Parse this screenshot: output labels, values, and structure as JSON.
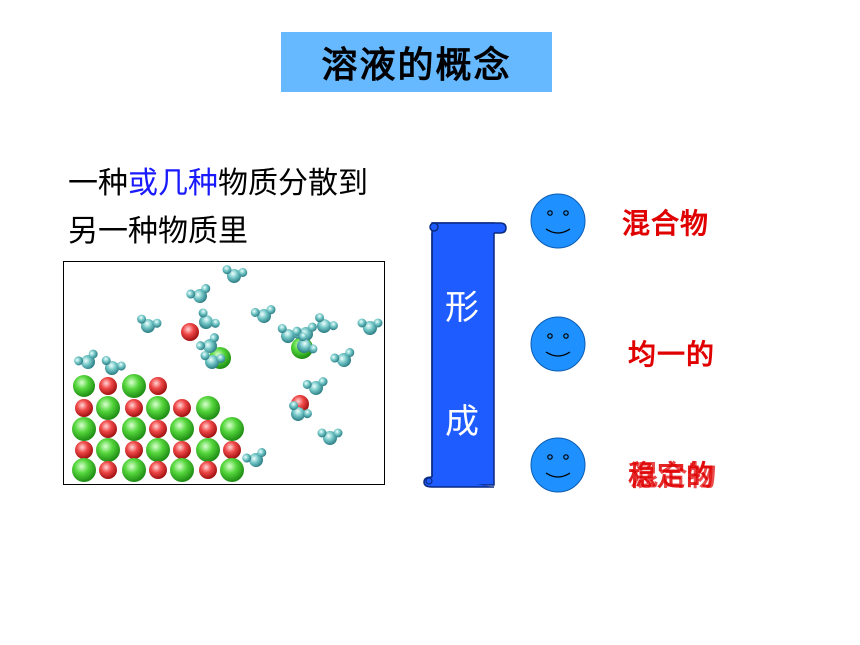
{
  "title": "溶液的概念",
  "definition": {
    "line1_a": "一种",
    "line1_b": "或几种",
    "line1_c": "物质分散到",
    "line2": "另一种物质里"
  },
  "scroll": {
    "char1": "形",
    "char2": "成"
  },
  "labels": {
    "l1": "混合物",
    "l2": "均一的",
    "l3": "稳定的",
    "l3_overlap": "混合物"
  },
  "colors": {
    "title_bg": "#66b8ff",
    "highlight": "#1a1aff",
    "label": "#e00000",
    "scroll": "#1f5cff",
    "smiley": "#1e90ff"
  }
}
